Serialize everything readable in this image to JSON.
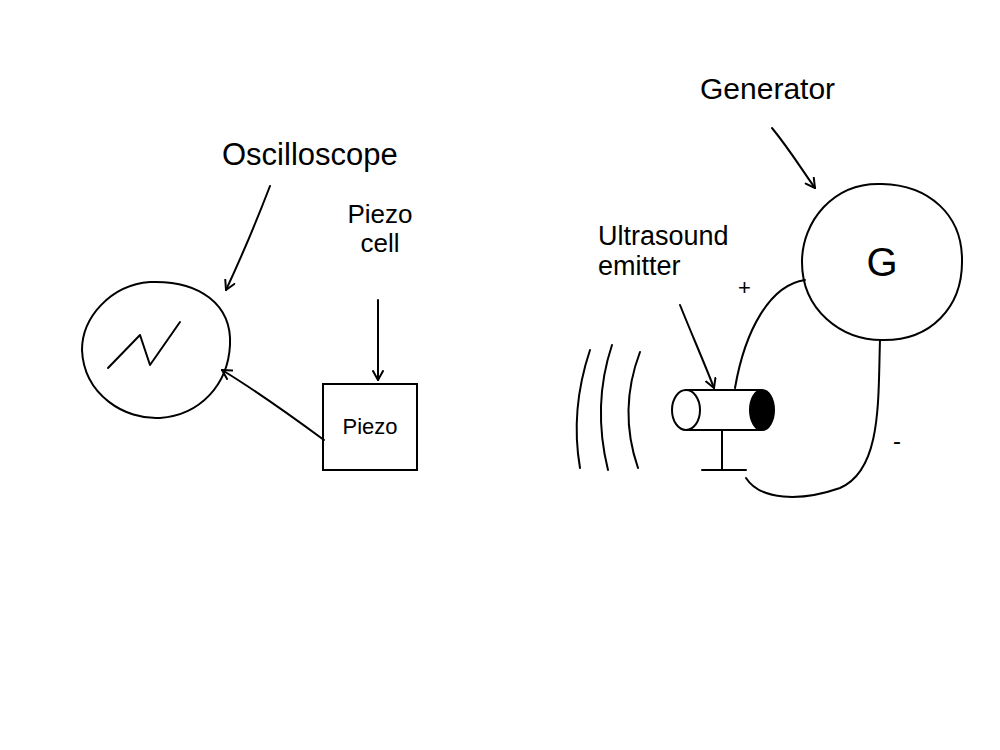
{
  "diagram": {
    "nodes": [
      {
        "text": [
          "Piezo"
        ]
      },
      {
        "text": [
          "G"
        ]
      }
    ],
    "labels": [
      "Oscilloscope",
      "Piezo cell",
      "Generator",
      "Ultrasound emitter",
      "+",
      "-"
    ]
  }
}
